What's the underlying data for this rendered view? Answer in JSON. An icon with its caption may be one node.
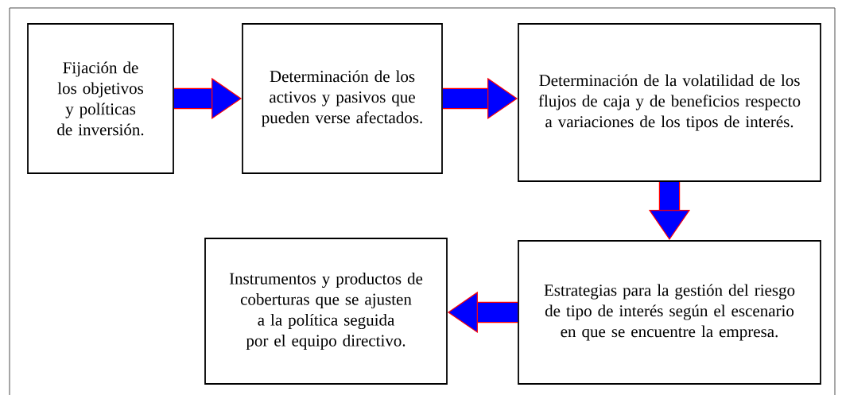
{
  "diagram": {
    "nodes": [
      {
        "text": [
          "Fijación de los objetivos y políticas de inversión."
        ]
      },
      {
        "text": [
          "Determinación de los activos y pasivos que pueden verse afectados."
        ]
      },
      {
        "text": [
          "Determinación de la volatilidad de los flujos de caja y de beneficios respecto a variaciones de los tipos de interés."
        ]
      },
      {
        "text": [
          "Estrategias para la gestión del riesgo de tipo de interés según el escenario en que se encuentre la empresa."
        ]
      },
      {
        "text": [
          "Instrumentos y productos de coberturas que se ajusten a la política seguida por el equipo directivo."
        ]
      }
    ],
    "edges": [
      {
        "from": 0,
        "to": 1,
        "arrow": "to"
      },
      {
        "from": 1,
        "to": 2,
        "arrow": "to"
      },
      {
        "from": 2,
        "to": 3,
        "arrow": "to"
      },
      {
        "from": 3,
        "to": 4,
        "arrow": "to"
      }
    ]
  }
}
